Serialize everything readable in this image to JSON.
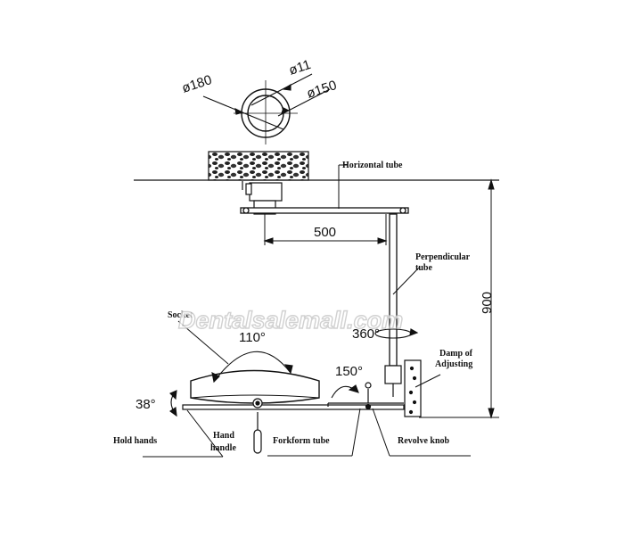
{
  "dimensions": {
    "d180": "ø180",
    "d11": "ø11",
    "d150": "ø150",
    "len500": "500",
    "height900": "900",
    "rot360": "360°",
    "rot110": "110°",
    "rot150": "150°",
    "tilt38": "38°"
  },
  "labels": {
    "horizontal_tube": "Horizontal tube",
    "perpendicular_tube_1": "Perpendicular",
    "perpendicular_tube_2": "tube",
    "socket": "Socket",
    "damp_1": "Damp of",
    "damp_2": "Adjusting",
    "hold_hands": "Hold hands",
    "hand_handle_1": "Hand",
    "hand_handle_2": "handle",
    "forkform_tube": "Forkform tube",
    "revolve_knob": "Revolve knob"
  },
  "watermark": "Dentalsalemall.com"
}
